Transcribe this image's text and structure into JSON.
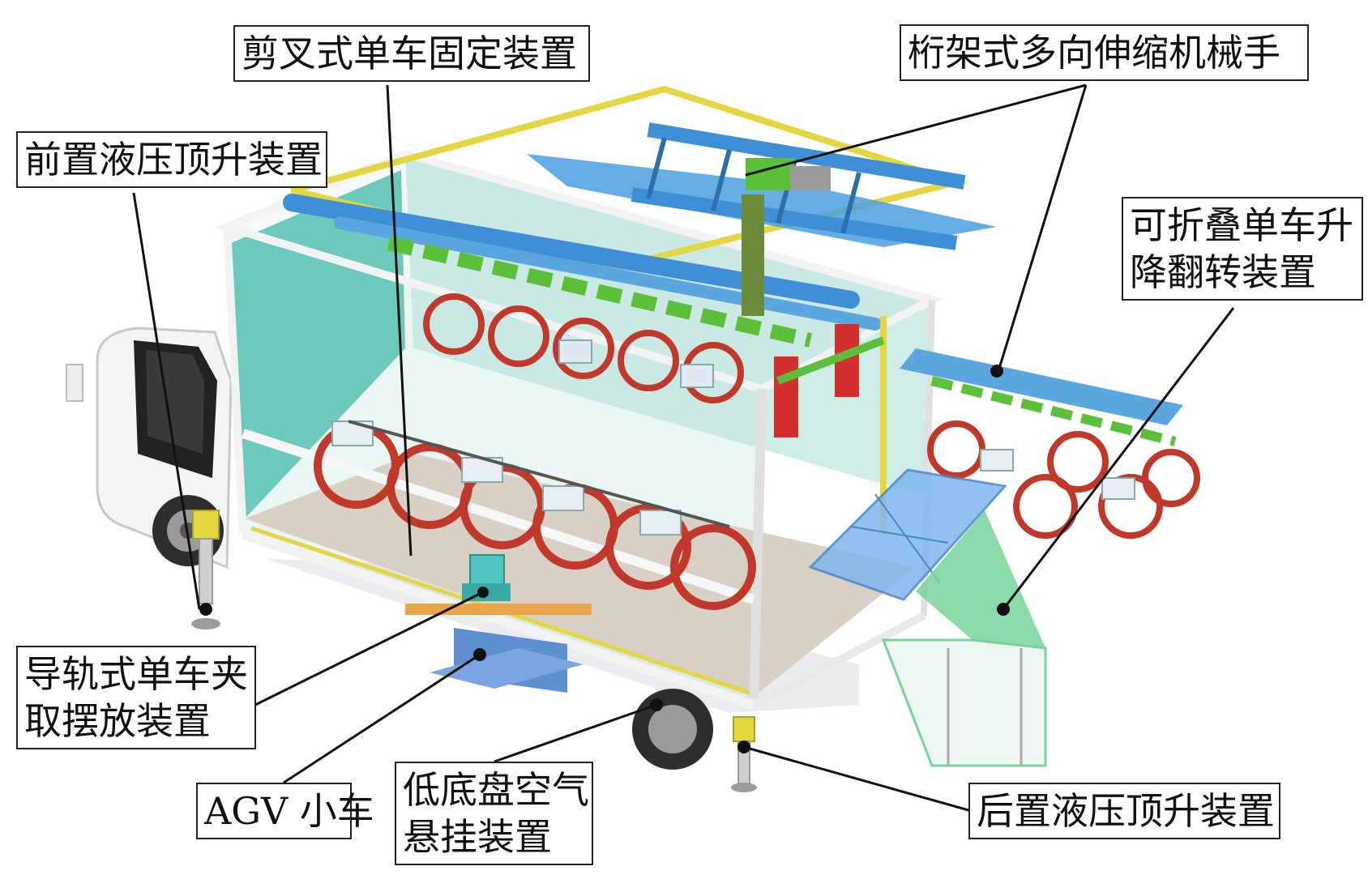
{
  "labels": {
    "scissor_fixing": "剪叉式单车固定装置",
    "truss_manipulator": "桁架式多向伸缩机械手",
    "front_lift": "前置液压顶升装置",
    "folding_lift_line1": "可折叠单车升",
    "folding_lift_line2": "降翻转装置",
    "rail_clamp_line1": "导轨式单车夹",
    "rail_clamp_line2": "取摆放装置",
    "agv": "AGV 小车",
    "suspension_line1": "低底盘空气",
    "suspension_line2": "悬挂装置",
    "rear_lift": "后置液压顶升装置"
  },
  "colors": {
    "frame": "#f2f2f2",
    "panel_teal": "#6ec9bd",
    "truss_blue": "#3f8fd6",
    "rail_yellow": "#e3d640",
    "bike_red": "#c0392b",
    "green_arms": "#5bbf3a",
    "agv_blue": "#5f8fd0",
    "tray_blue": "#7fb8f0",
    "slide_green": "#78d29a"
  }
}
